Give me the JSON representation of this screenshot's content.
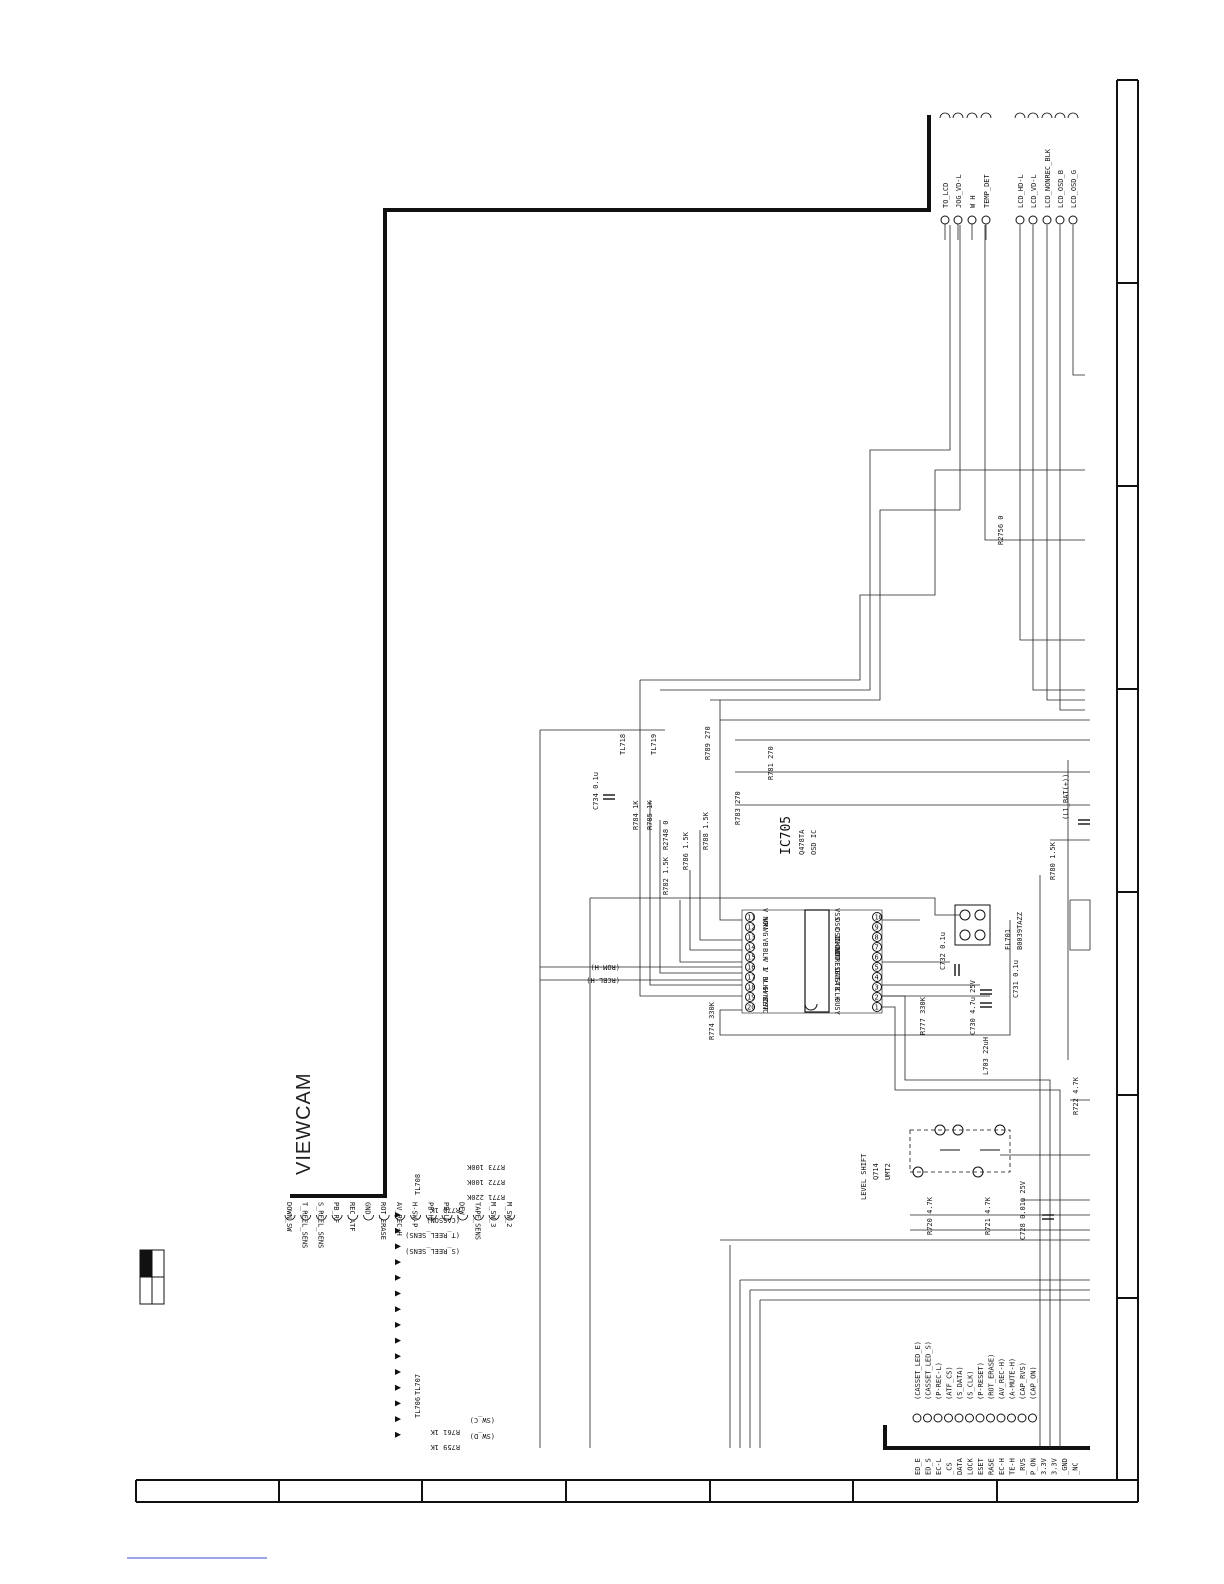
{
  "title": "VIEWCAM",
  "ic705": {
    "ref": "IC705",
    "part": "Q478TA",
    "desc": "OSD IC",
    "left_pins": [
      {
        "n": "1",
        "name": "BUSY"
      },
      {
        "n": "2",
        "name": "CLK"
      },
      {
        "n": "3",
        "name": "STB"
      },
      {
        "n": "4",
        "name": "DATA"
      },
      {
        "n": "5",
        "name": "RESET"
      },
      {
        "n": "6",
        "name": "VDD"
      },
      {
        "n": "7",
        "name": "CKOUT"
      },
      {
        "n": "8",
        "name": "OSC OUT"
      },
      {
        "n": "9",
        "name": "OSC IN"
      },
      {
        "n": "10",
        "name": "VSS"
      }
    ],
    "right_pins": [
      {
        "n": "20",
        "name": "TST"
      },
      {
        "n": "19",
        "name": "H SYNC"
      },
      {
        "n": "18",
        "name": "V SYNC"
      },
      {
        "n": "17",
        "name": "V BLK"
      },
      {
        "n": "16",
        "name": "V I"
      },
      {
        "n": "15",
        "name": "BLK"
      },
      {
        "n": "14",
        "name": "VB"
      },
      {
        "n": "13",
        "name": "VG"
      },
      {
        "n": "12",
        "name": "VR"
      },
      {
        "n": "11",
        "name": "V NON"
      }
    ]
  },
  "top_connector": {
    "group1": [
      "TO_LCD",
      "JOG_VD-L",
      "W H",
      "TEMP_DET"
    ],
    "group2": [
      "LCD_HD-L",
      "LCD_VD-L",
      "LCD_NONREC_BLK",
      "LCD_OSD_B",
      "LCD_OSD_G"
    ]
  },
  "left_connector": [
    "DOWN_SW",
    "T_REEL_SENS",
    "S_REEL_SENS",
    "PB_RF",
    "REC_ATF",
    "GND",
    "ROT_ERASE",
    "AV_REC-H",
    "H-SW-P",
    "PB-H",
    "PB-L",
    "DEW",
    "TAPE_SENS",
    "M_SW_3",
    "M_SW_2"
  ],
  "bottom_connector": [
    "(CASSET_LED_E)",
    "(CASSET_LED_S)",
    "(P-REC-L)",
    "(ATF_CS)",
    "(S_DATA)",
    "(S_CLK)",
    "(P-RESET)",
    "(ROT_ERASE)",
    "(AV_REC-H)",
    "(A-MUTE-H)",
    "(CAP_RVS)",
    "(CAP_ON)"
  ],
  "bottom_side_labels": [
    "ED_E",
    "ED_S",
    "EC-L",
    "_CS",
    "DATA",
    "LOCK",
    "ESET",
    "RASE",
    "EC-H",
    "TE-H",
    "_RVS",
    "P_ON",
    "3.3V",
    "3.3V",
    "_GND",
    "_NC"
  ],
  "components": {
    "r773": "R773 100K",
    "r772": "R772 100K",
    "r771": "R771 220K",
    "r770": "R770 1K",
    "casson": "(CASSON)",
    "tsens": "(T_REEL_SENS)",
    "ssens": "(S_REEL_SENS)",
    "r761": "R761 1K",
    "r759": "R759 1K",
    "swc": "(SW_C)",
    "swd": "(SW_D)",
    "tl708": "TL708",
    "tl707": "TL707",
    "tl706": "TL706",
    "tl718": "TL718",
    "tl719": "TL719",
    "c734": "C734 0.1u",
    "r784": "R784 1K",
    "r785": "R785 1K",
    "r2748": "R2748 0",
    "r782": "R782 1.5K",
    "r786": "R786 1.5K",
    "r788": "R788 1.5K",
    "r789": "R789 270",
    "r781": "R781 270",
    "r783": "R783 270",
    "r774": "R774 330K",
    "r777": "R777 330K",
    "c730": "C730 4.7u 25V",
    "c731": "C731 0.1u",
    "c732": "C732 0.1u",
    "l703": "L703 22uH",
    "fl701": "FL701",
    "fl701p": "B0039TAZZ",
    "r780": "R780 1.5K",
    "l1bat": "(L1_BAT(+))",
    "r2756": "R2756 0",
    "level_shift": "LEVEL SHIFT",
    "q714": "Q714",
    "umt2": "UMT2",
    "r720": "R720 4.7K",
    "r721": "R721 4.7K",
    "r722": "R722 4.7K",
    "c728": "C728 0.01u 25V",
    "romh": "(ROM-H)",
    "rcbl": "(RCBL-H)"
  }
}
